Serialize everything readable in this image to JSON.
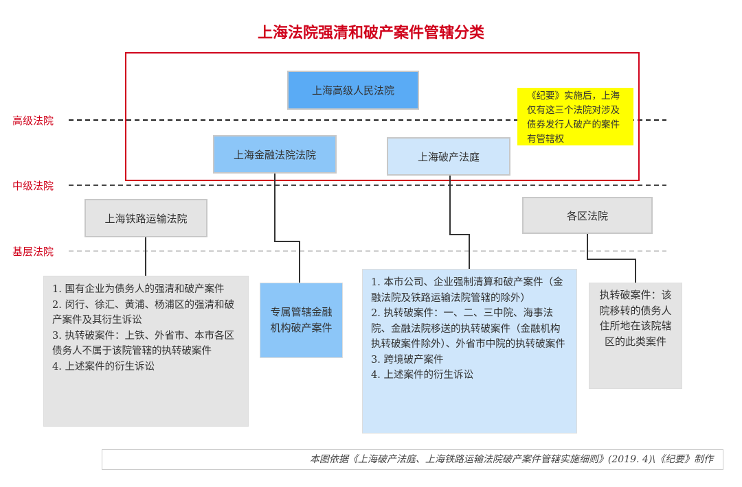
{
  "title": "上海法院强清和破产案件管辖分类",
  "levels": {
    "high": "高级法院",
    "mid": "中级法院",
    "base": "基层法院"
  },
  "courts": {
    "high_court": "上海高级人民法院",
    "financial_court": "上海金融法院法院",
    "bankruptcy_court": "上海破产法庭",
    "railway_court": "上海铁路运输法院",
    "district_courts": "各区法院"
  },
  "note": "《纪要》实施后，上海仅有这三个法院对涉及债券发行人破产的案件有管辖权",
  "railway_cases": [
    "1. 国有企业为债务人的强清和破产案件",
    "2. 闵行、徐汇、黄浦、杨浦区的强清和破产案件及其衍生诉讼",
    "3. 执转破案件：上铁、外省市、本市各区债务人不属于该院管辖的执转破案件",
    "4. 上述案件的衍生诉讼"
  ],
  "financial_cases": "专属管辖金融机构破产案件",
  "bankruptcy_cases": [
    "1. 本市公司、企业强制清算和破产案件（金融法院及铁路运输法院管辖的除外）",
    "2. 执转破案件：一、二、三中院、海事法院、金融法院移送的执转破案件（金融机构执转破案件除外）、外省市中院的执转破案件",
    "3. 跨境破产案件",
    "4. 上述案件的衍生诉讼"
  ],
  "district_cases": "执转破案件：该院移转的债务人住所地在该院辖区的此类案件",
  "footer": "本图依据《上海破产法庭、上海铁路运输法院破产案件管辖实施细则》(2019. 4)\\《纪要》制作",
  "colors": {
    "red": "#d0021b",
    "blue_dark": "#5aabf5",
    "blue_mid": "#8cc6f8",
    "blue_light": "#cfe6fb",
    "gray": "#e4e4e4",
    "note": "#ffff00"
  }
}
